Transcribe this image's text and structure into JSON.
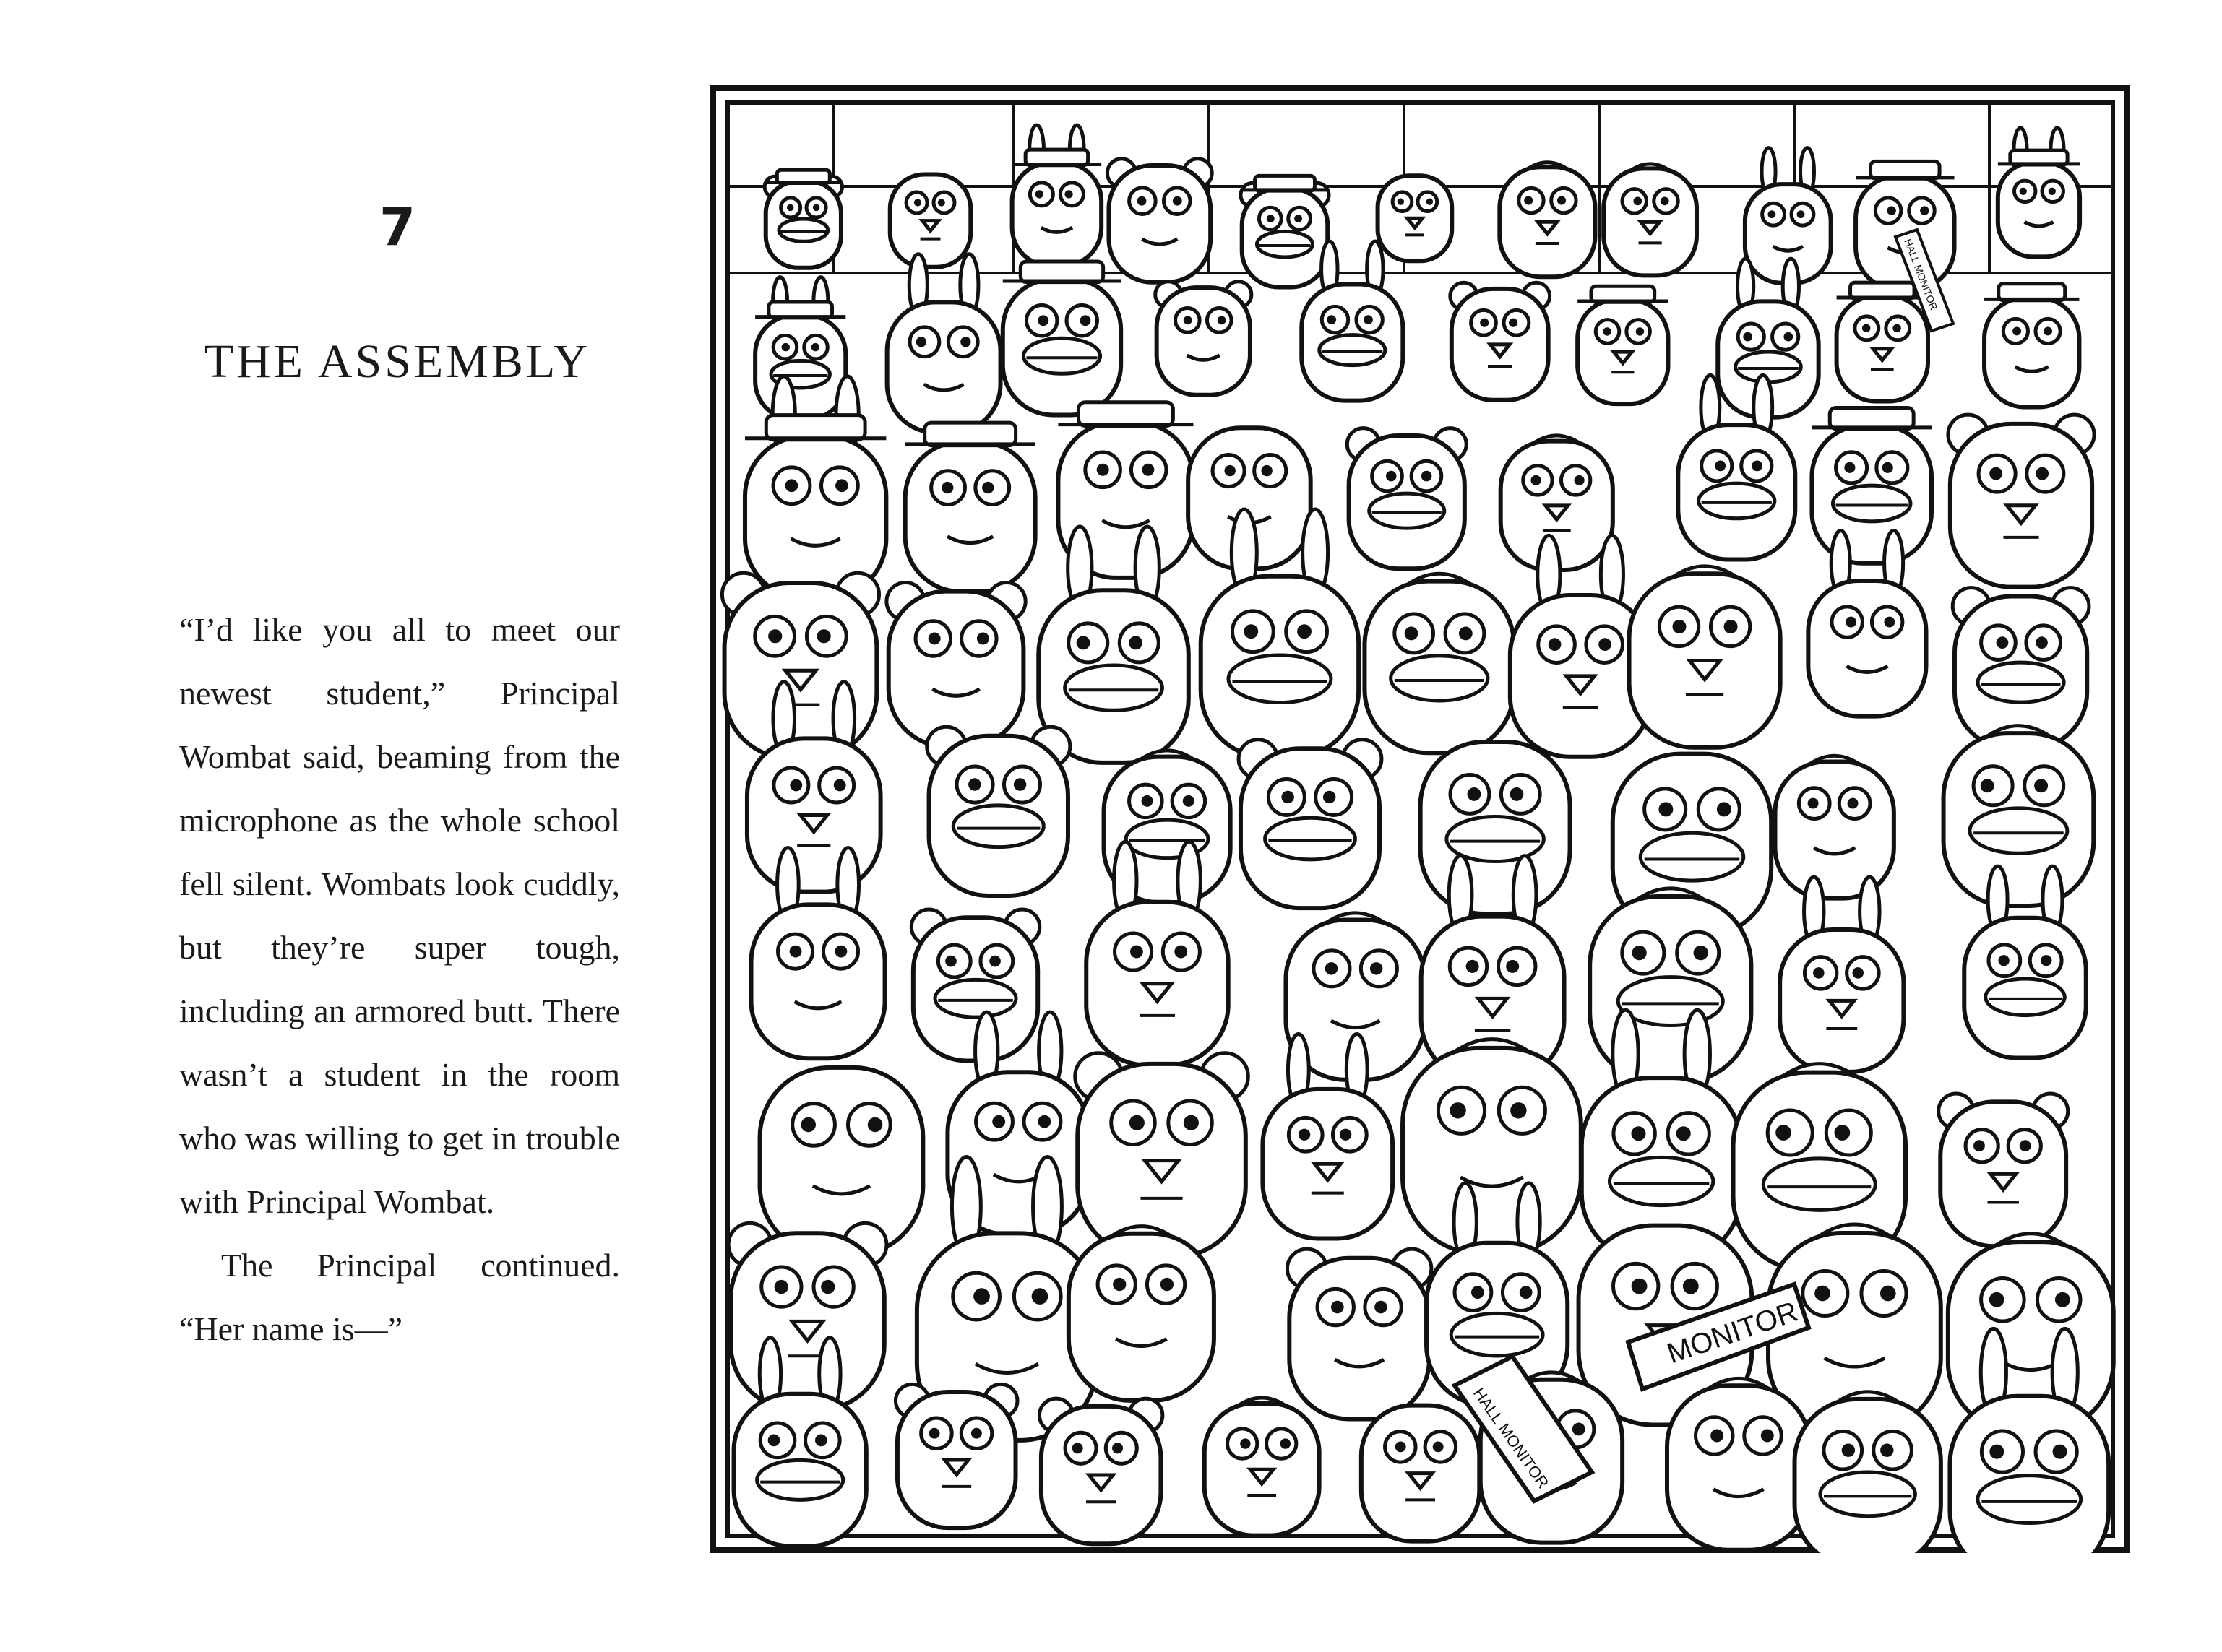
{
  "chapter": {
    "number": "7",
    "title": "THE ASSEMBLY"
  },
  "body": {
    "paragraph_1": "“I’d like you all to meet our newest student,” Principal Wombat said, beaming from the microphone as the whole school fell silent. Wombats look cuddly, but they’re super tough, including an armored butt. There wasn’t a student in the room who was willing to get in trouble with Principal Wombat.",
    "paragraph_2": "The Principal continued. “Her name is—”"
  },
  "illustration": {
    "sash_text": "MONITOR",
    "sign_text": "HALL MONITOR",
    "badge_text": "HALL MONITOR",
    "line_color": "#111111",
    "fill_color": "#ffffff"
  }
}
